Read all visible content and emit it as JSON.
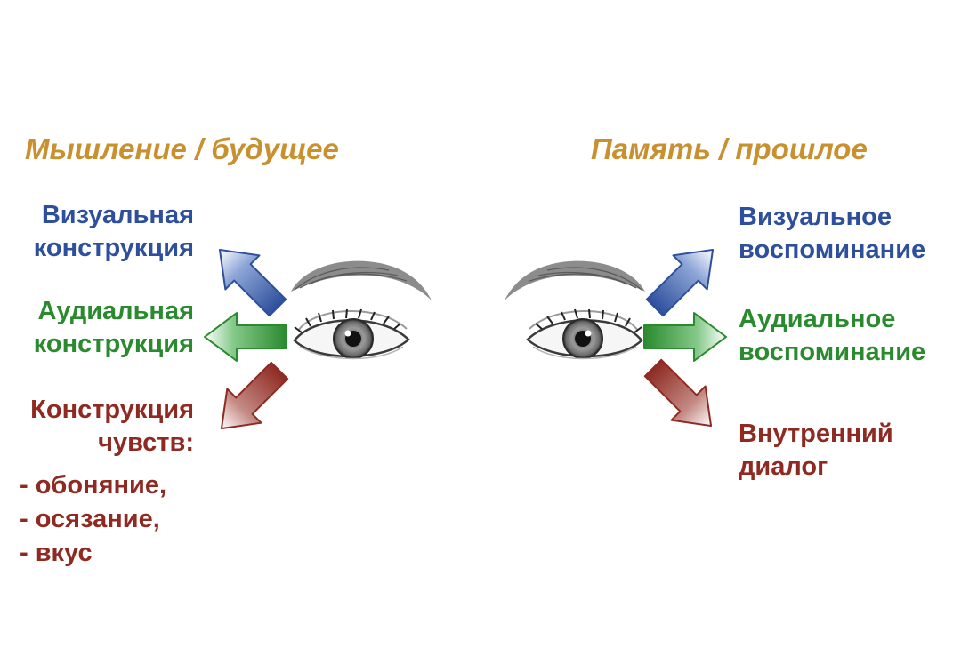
{
  "headings": {
    "left": "Мышление / будущее",
    "right": "Память / прошлое"
  },
  "labels": {
    "visual_construction": "Визуальная\nконструкция",
    "auditory_construction": "Аудиальная\nконструкция",
    "kinesthetic_construction": "Конструкция\nчувств:",
    "kinesthetic_items": [
      "- обоняние,",
      "- осязание,",
      "- вкус"
    ],
    "visual_recall": "Визуальное\nвоспоминание",
    "auditory_recall": "Аудиальное\nвоспоминание",
    "internal_dialogue": "Внутренний\nдиалог"
  },
  "colors": {
    "heading": "#c9902f",
    "visual": "#2d4f9c",
    "auditory": "#2a8a2e",
    "kinesthetic": "#8e2a22",
    "background": "#ffffff"
  },
  "icons": {
    "eyes": [
      "left-eye-icon",
      "right-eye-icon"
    ],
    "arrows": [
      "arrow-up-left-icon",
      "arrow-left-icon",
      "arrow-down-left-icon",
      "arrow-up-right-icon",
      "arrow-right-icon",
      "arrow-down-right-icon"
    ]
  }
}
